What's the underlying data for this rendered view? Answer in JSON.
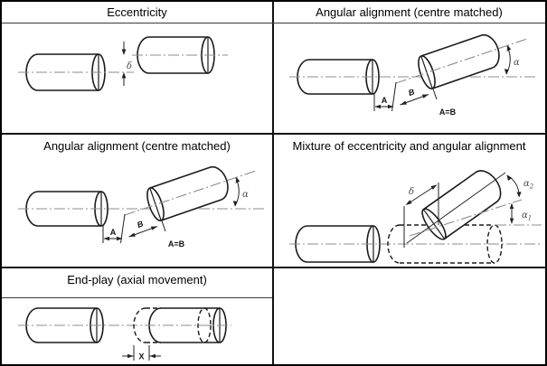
{
  "table": {
    "cells": [
      {
        "id": "eccentricity",
        "title": "Eccentricity",
        "labels": {
          "delta": "δ"
        }
      },
      {
        "id": "angular-1",
        "title": "Angular alignment (centre matched)",
        "labels": {
          "alpha": "α",
          "a": "A",
          "b": "B",
          "a_eq_b": "A=B"
        }
      },
      {
        "id": "angular-2",
        "title": "Angular alignment (centre matched)",
        "labels": {
          "alpha": "α",
          "a": "A",
          "b": "B",
          "a_eq_b": "A=B"
        }
      },
      {
        "id": "mixture",
        "title": "Mixture of eccentricity and angular alignment",
        "labels": {
          "delta": "δ",
          "alpha2_base": "α",
          "alpha2_sub": "2",
          "alpha1_base": "α",
          "alpha1_sub": "1"
        }
      },
      {
        "id": "endplay",
        "title": "End-play (axial movement)",
        "labels": {
          "x": "X"
        }
      },
      {
        "id": "empty",
        "title": ""
      }
    ],
    "colors": {
      "outline": "#1a1a1a",
      "centerline": "#8c8c8c",
      "dimension": "#222222",
      "border": "#000000"
    }
  }
}
